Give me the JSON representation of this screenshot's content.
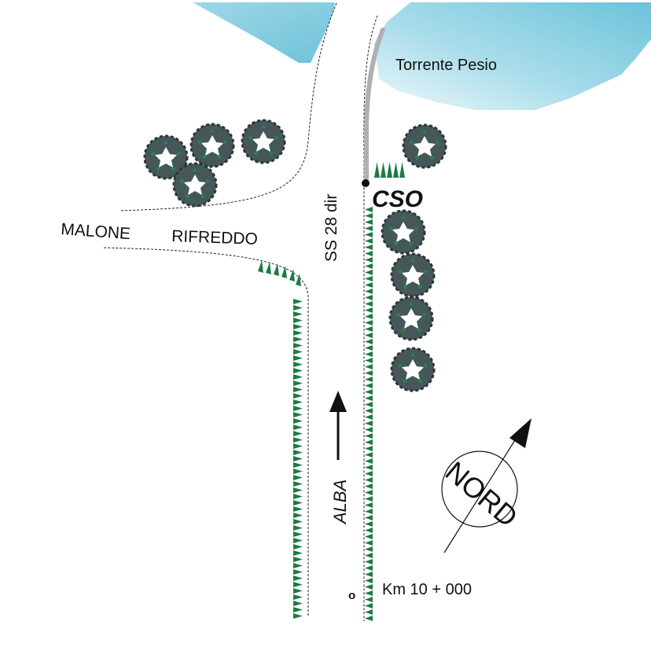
{
  "labels": {
    "river": "Torrente Pesio",
    "road_main": "SS 28 dir",
    "road_left_1": "MALONE",
    "road_left_2": "RIFREDDO",
    "cso": "CSO",
    "direction": "ALBA",
    "kilometer": "Km 10 + 000",
    "kilometer_marker": "o",
    "compass": "NORD"
  },
  "colors": {
    "water": "#7fcde0",
    "tree_fill": "#46575a",
    "tree_accent": "#1f8a4c",
    "tooth": "#1e7a46",
    "guardrail": "#b0b0b0"
  }
}
